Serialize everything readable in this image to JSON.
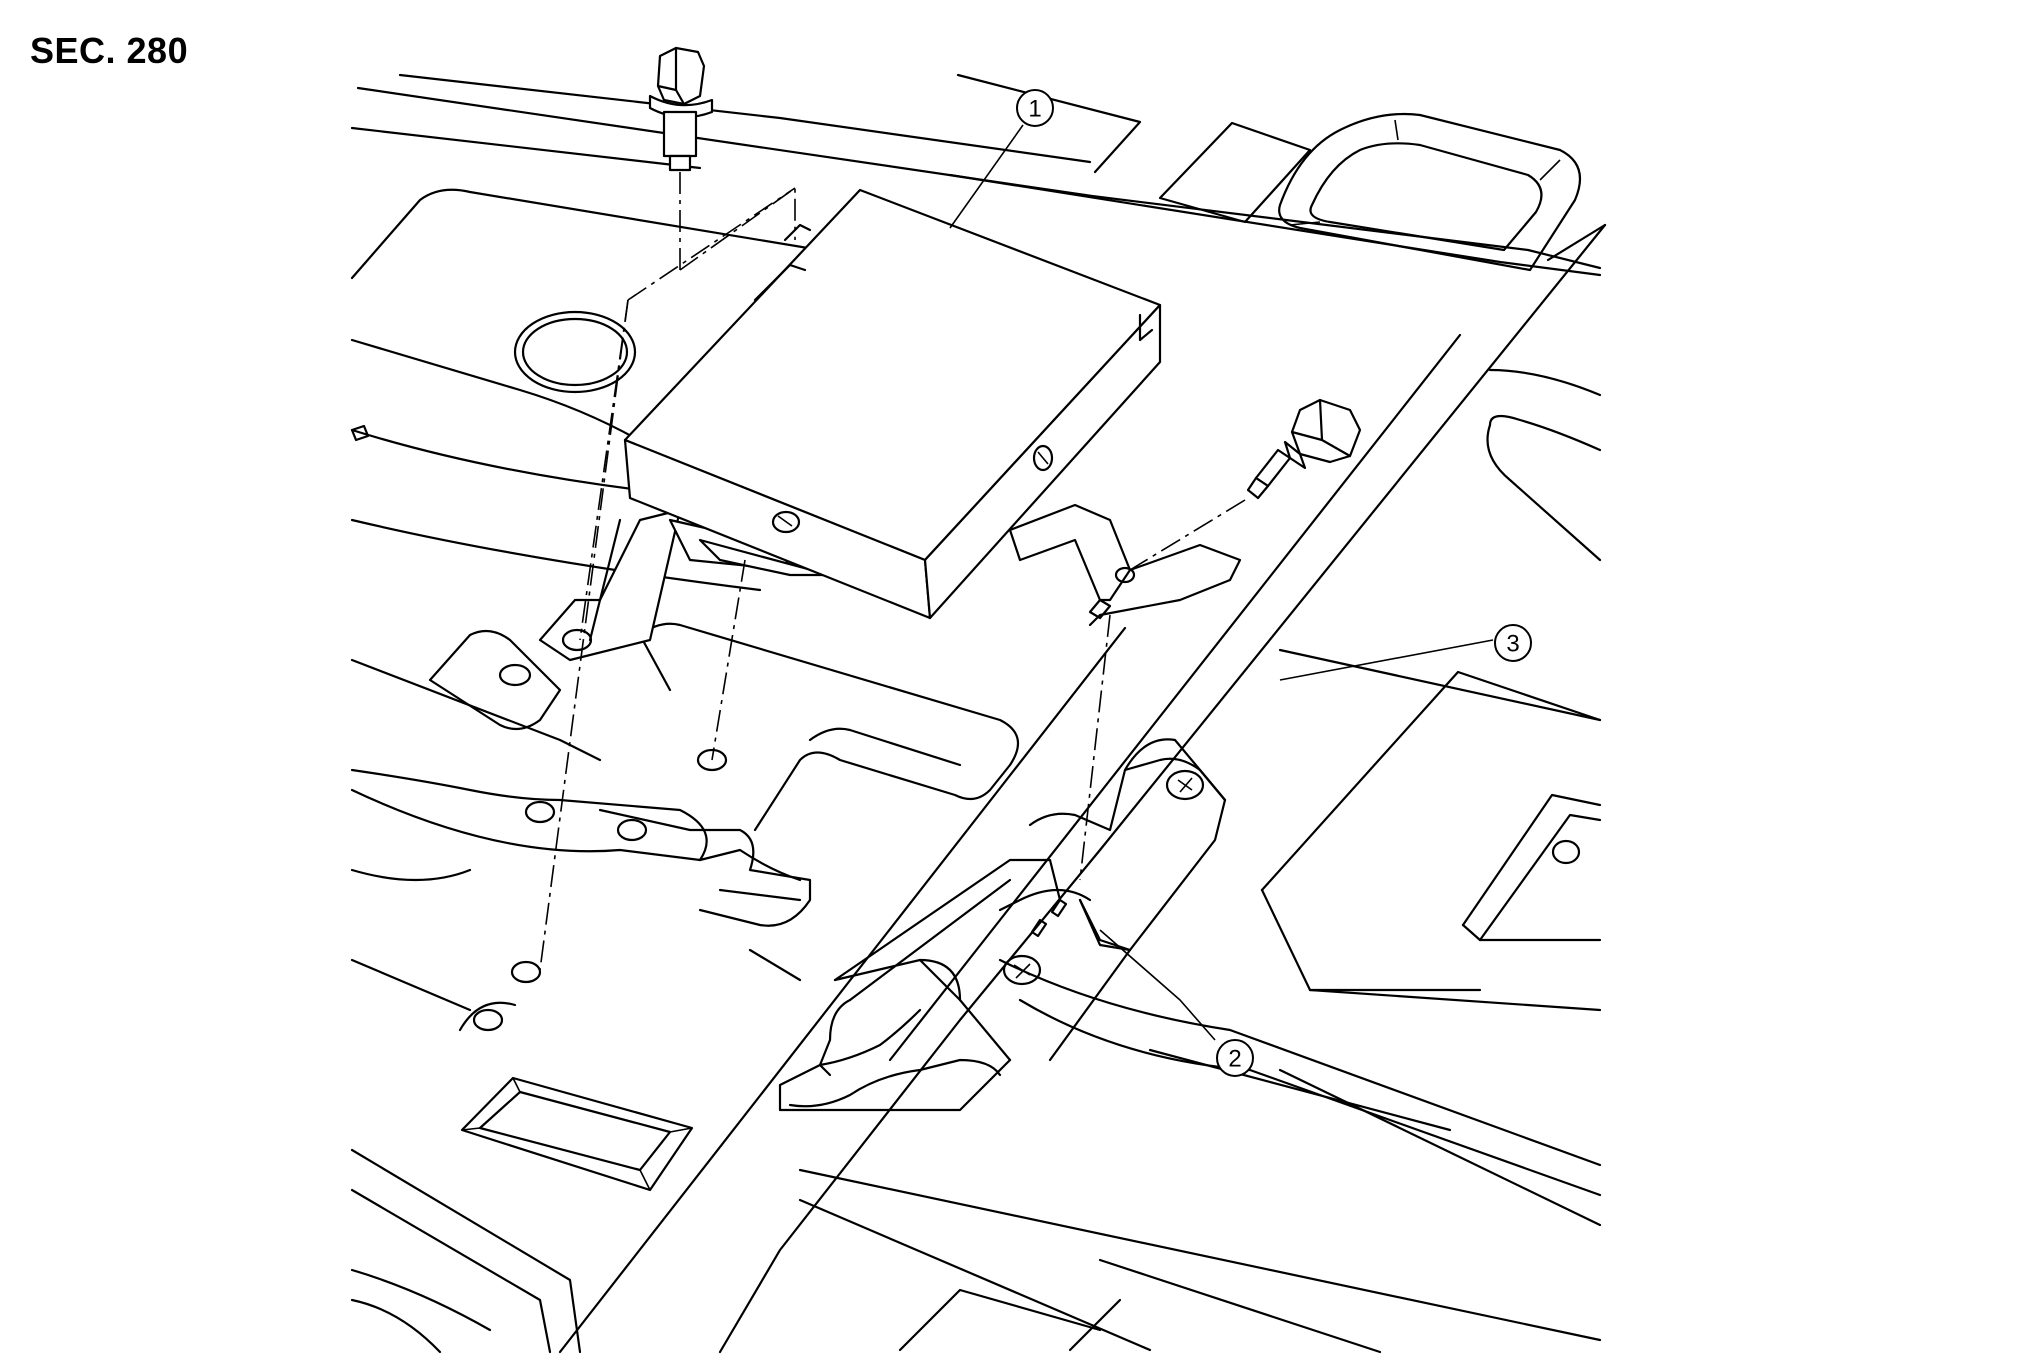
{
  "section": {
    "label": "SEC. 280"
  },
  "callouts": [
    {
      "id": "1",
      "label": "1"
    },
    {
      "id": "2",
      "label": "2"
    },
    {
      "id": "3",
      "label": "3"
    }
  ]
}
